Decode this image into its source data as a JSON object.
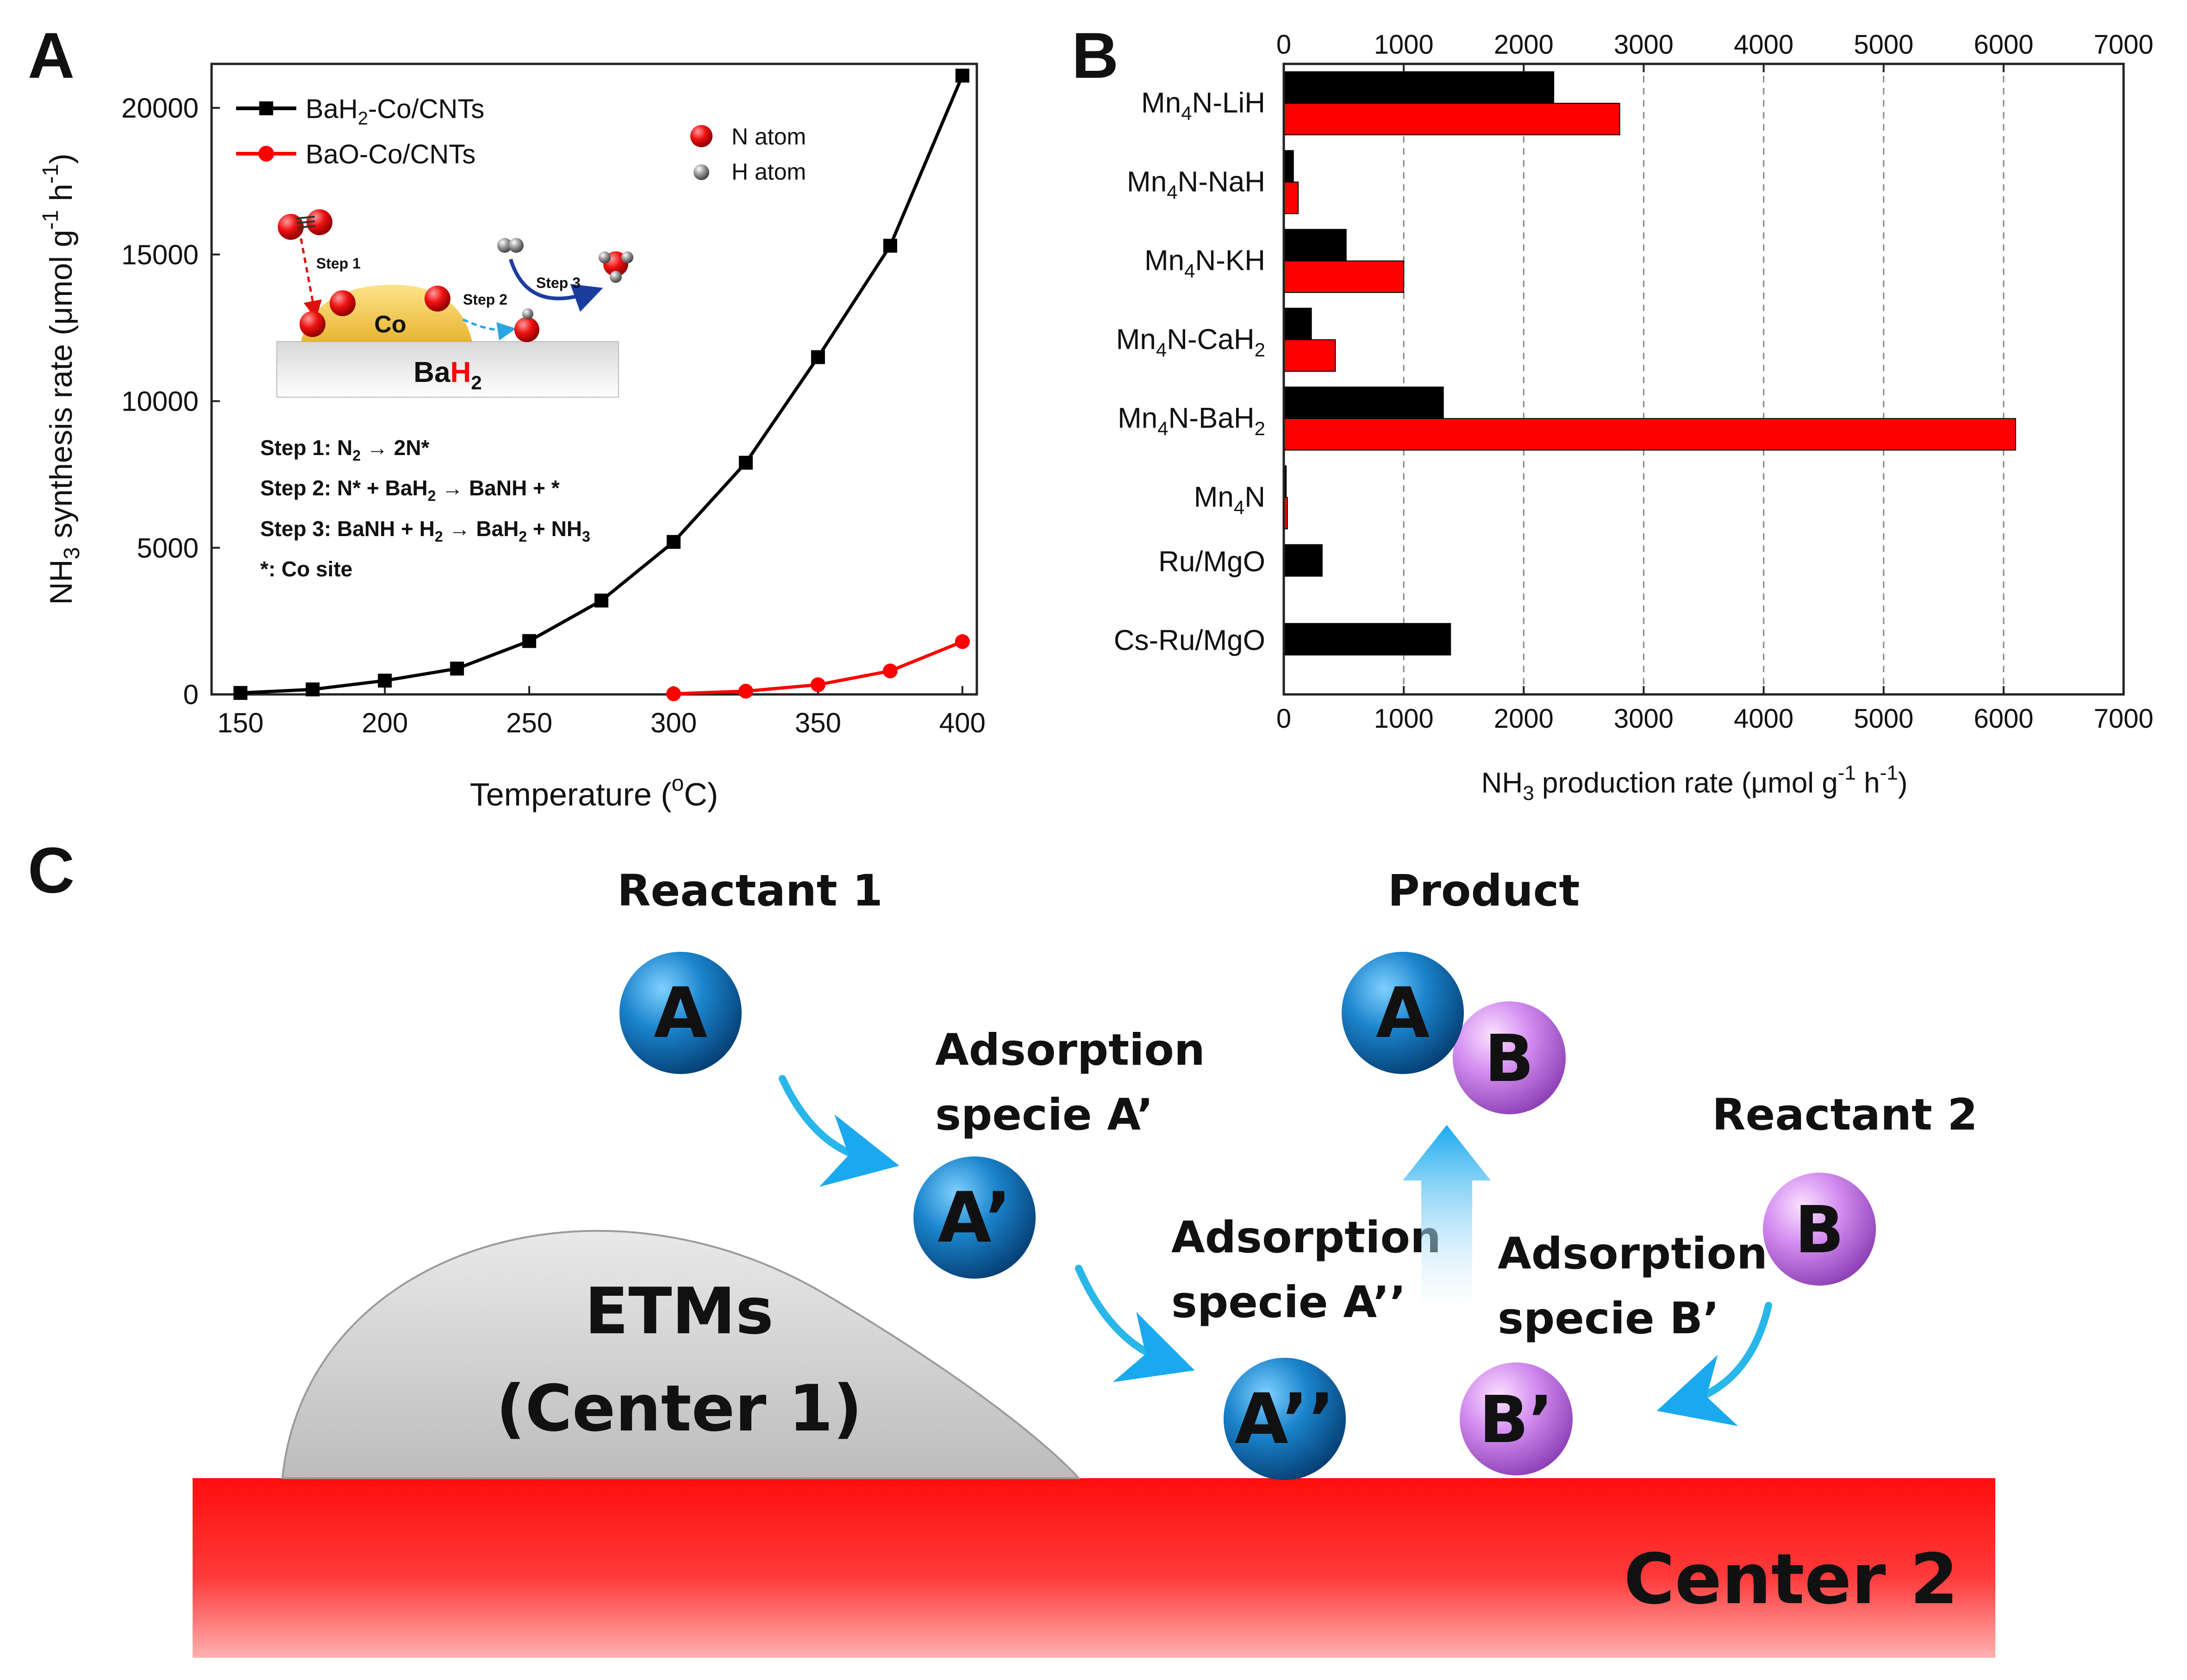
{
  "panel_labels": {
    "a": "A",
    "b": "B",
    "c": "C"
  },
  "colors": {
    "black_series": "#000000",
    "red_series": "#ff0000",
    "sphere_blue": "#0d6fb5",
    "sphere_purple": "#c77ee2",
    "arrow_cyan": "#29b6e8",
    "surface_red": "#ff1a1a",
    "etm_gray": "#c8c8c8"
  },
  "chart_data": [
    {
      "type": "line",
      "panel": "A",
      "xlabel": "Temperature (",
      "xlabel_deg": "o",
      "xlabel_end": "C)",
      "ylabel_pre": "NH",
      "ylabel_sub": "3",
      "ylabel_mid": " synthesis rate (μmol g",
      "ylabel_sup1": "-1",
      "ylabel_mid2": " h",
      "ylabel_sup2": "-1",
      "ylabel_end": ")",
      "xlim": [
        140,
        405
      ],
      "ylim": [
        0,
        21500
      ],
      "xticks": [
        150,
        200,
        250,
        300,
        350,
        400
      ],
      "yticks": [
        0,
        5000,
        10000,
        15000,
        20000
      ],
      "grid": false,
      "legend_position": "top-left",
      "series": [
        {
          "name_pre": "BaH",
          "name_sub": "2",
          "name_post": "-Co/CNTs",
          "color": "#000000",
          "marker": "square",
          "x": [
            150,
            175,
            200,
            225,
            250,
            275,
            300,
            325,
            350,
            375,
            400
          ],
          "y": [
            50,
            170,
            470,
            880,
            1820,
            3200,
            5200,
            7900,
            11500,
            15300,
            21100
          ]
        },
        {
          "name_pre": "BaO-Co/CNTs",
          "name_sub": "",
          "name_post": "",
          "color": "#ff0000",
          "marker": "circle",
          "x": [
            300,
            325,
            350,
            375,
            400
          ],
          "y": [
            20,
            110,
            330,
            800,
            1800
          ]
        }
      ],
      "inset": {
        "atom_legend": [
          "N atom",
          "H atom"
        ],
        "step1_label": "Step 1",
        "step2_label": "Step 2",
        "step3_label": "Step 3",
        "metal_label": "Co",
        "support_pre": "Ba",
        "support_h": "H",
        "support_sub": "2",
        "steps_text": [
          {
            "pre": "Step 1:  N",
            "sub": "2",
            "post": " → 2N*"
          },
          {
            "pre": "Step 2:  N* + BaH",
            "sub": "2",
            "post": " → BaNH + *"
          },
          {
            "pre": "Step 3:  BaNH + H",
            "sub": "2",
            "post": " → BaH",
            "sub2": "2",
            "post2": " + NH",
            "sub3": "3"
          },
          {
            "pre": "*:  Co site",
            "sub": "",
            "post": ""
          }
        ]
      }
    },
    {
      "type": "bar",
      "panel": "B",
      "orientation": "horizontal",
      "xlabel_pre": "NH",
      "xlabel_sub": "3",
      "xlabel_mid": " production rate (μmol g",
      "xlabel_sup1": "-1",
      "xlabel_mid2": " h",
      "xlabel_sup2": "-1",
      "xlabel_end": ")",
      "xlim": [
        0,
        7000
      ],
      "xticks": [
        0,
        1000,
        2000,
        3000,
        4000,
        5000,
        6000,
        7000
      ],
      "grid": "vertical dashed",
      "categories": [
        {
          "pre": "Mn",
          "sub": "4",
          "post": "N-LiH",
          "sub2": ""
        },
        {
          "pre": "Mn",
          "sub": "4",
          "post": "N-NaH",
          "sub2": ""
        },
        {
          "pre": "Mn",
          "sub": "4",
          "post": "N-KH",
          "sub2": ""
        },
        {
          "pre": "Mn",
          "sub": "4",
          "post": "N-CaH",
          "sub2": "2"
        },
        {
          "pre": "Mn",
          "sub": "4",
          "post": "N-BaH",
          "sub2": "2"
        },
        {
          "pre": "Mn",
          "sub": "4",
          "post": "N",
          "sub2": ""
        },
        {
          "pre": "Ru/MgO",
          "sub": "",
          "post": "",
          "sub2": ""
        },
        {
          "pre": "Cs-Ru/MgO",
          "sub": "",
          "post": "",
          "sub2": ""
        }
      ],
      "series": [
        {
          "color": "#000000",
          "values": [
            2250,
            80,
            520,
            230,
            1330,
            20,
            320,
            1390
          ]
        },
        {
          "color": "#ff0000",
          "values": [
            2800,
            120,
            1000,
            430,
            6100,
            30,
            null,
            null
          ]
        }
      ]
    }
  ],
  "diagram": {
    "reactant1": "Reactant 1",
    "product": "Product",
    "reactant2": "Reactant 2",
    "adsorption_a1_line1": "Adsorption",
    "adsorption_a1_line2": "specie A’",
    "adsorption_a2_line1": "Adsorption",
    "adsorption_a2_line2": "specie A’’",
    "adsorption_b1_line1": "Adsorption",
    "adsorption_b1_line2": "specie B’",
    "etm_line1": "ETMs",
    "etm_line2": "(Center 1)",
    "center2": "Center 2",
    "sphere_a": "A",
    "sphere_a_prime": "A’",
    "sphere_a_dprime": "A’’",
    "sphere_b": "B",
    "sphere_b_prime": "B’"
  }
}
